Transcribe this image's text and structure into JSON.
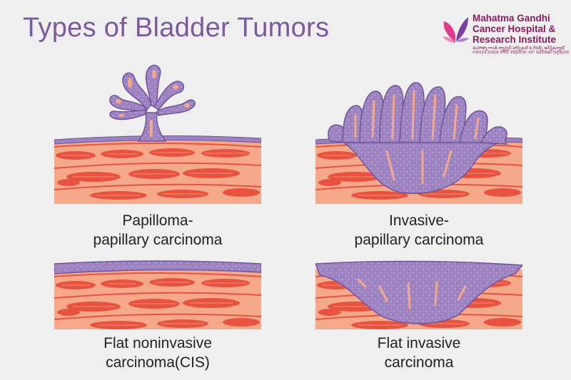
{
  "title": "Types of Bladder Tumors",
  "logo": {
    "line1": "Mahatma Gandhi",
    "line2": "Cancer Hospital &",
    "line3": "Research Institute",
    "script_line1": "మహాత్మా గాంధీ క్యాన్సర్ హాస్పిటల్ & రీసెర్చ్ ఇన్‌స్టిట్యూట్",
    "script_line2": "ମହାତ୍ମା ଗାନ୍ଧୀ କର୍କଟ ହସ୍ପିଟାଲ ଏବଂ ଗବେଷଣା ଅନୁଷ୍ଠାନ"
  },
  "panels": [
    {
      "label_line1": "Papilloma-",
      "label_line2": "papillary carcinoma"
    },
    {
      "label_line1": "Invasive-",
      "label_line2": "papillary carcinoma"
    },
    {
      "label_line1": "Flat noninvasive",
      "label_line2": "carcinoma(CIS)"
    },
    {
      "label_line1": "Flat invasive",
      "label_line2": "carcinoma"
    }
  ],
  "colors": {
    "background": "#efefef",
    "title": "#7b5a9e",
    "tumor": "#9d82c2",
    "tumor_outline": "#6e5599",
    "tissue": "#f6a98a",
    "muscle": "#e8533f",
    "logo": "#8a1c5c"
  }
}
